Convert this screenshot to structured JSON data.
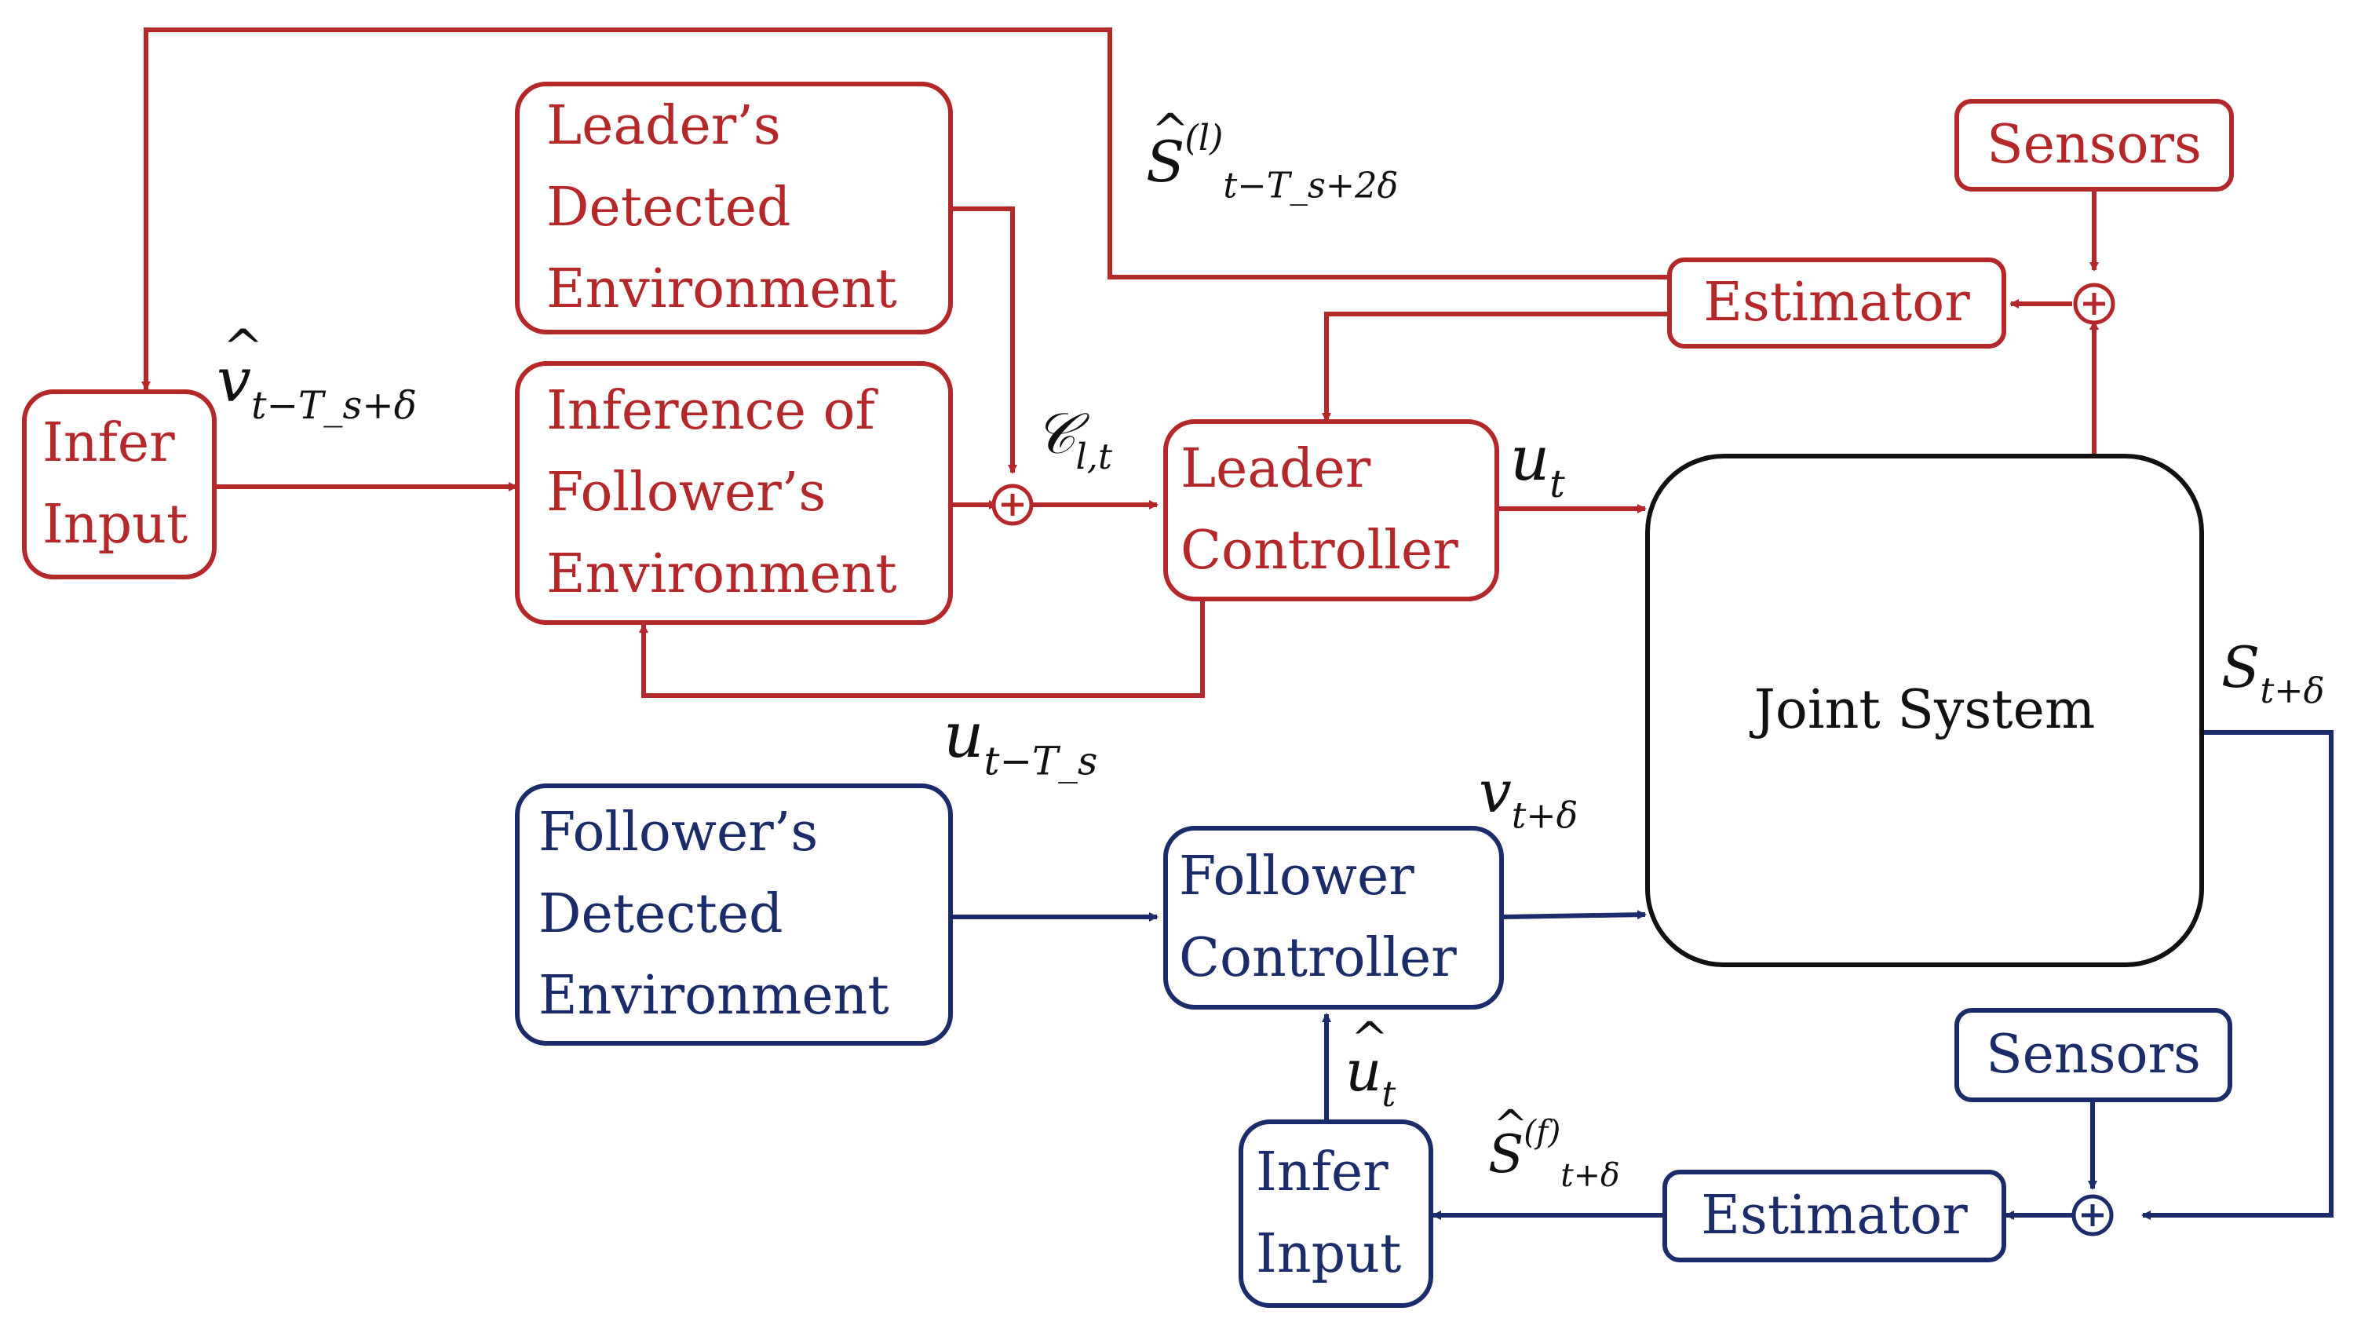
{
  "colors": {
    "red": "#B5282A",
    "blue": "#1B2C6B",
    "black": "#111111"
  },
  "nodes": {
    "infer_input_top": {
      "lines": [
        "Infer",
        "Input"
      ]
    },
    "leader_detected_env": {
      "lines": [
        "Leader’s",
        "Detected",
        "Environment"
      ]
    },
    "inference_follower_env": {
      "lines": [
        "Inference of",
        "Follower’s",
        "Environment"
      ]
    },
    "leader_controller": {
      "lines": [
        "Leader",
        "Controller"
      ]
    },
    "sensors_top": {
      "lines": [
        "Sensors"
      ]
    },
    "estimator_top": {
      "lines": [
        "Estimator"
      ]
    },
    "joint_system": {
      "lines": [
        "Joint System"
      ]
    },
    "follower_detected_env": {
      "lines": [
        "Follower’s",
        "Detected",
        "Environment"
      ]
    },
    "follower_controller": {
      "lines": [
        "Follower",
        "Controller"
      ]
    },
    "sensors_bottom": {
      "lines": [
        "Sensors"
      ]
    },
    "estimator_bottom": {
      "lines": [
        "Estimator"
      ]
    },
    "infer_input_bottom": {
      "lines": [
        "Infer",
        "Input"
      ]
    }
  },
  "math_labels": {
    "s_hat_l": {
      "base": "S",
      "hat": true,
      "sup": "(l)",
      "sub": "t−T_s+2δ"
    },
    "v_hat": {
      "base": "v",
      "hat": true,
      "sub": "t−T_s+δ"
    },
    "c_lt": {
      "base": "𝒞",
      "sub": "l,t"
    },
    "u_t": {
      "base": "u",
      "sub": "t"
    },
    "u_t_minus_ts": {
      "base": "u",
      "sub": "t−T_s"
    },
    "s_t_delta": {
      "base": "S",
      "sub": "t+δ"
    },
    "v_t_delta": {
      "base": "v",
      "sub": "t+δ"
    },
    "u_hat_t": {
      "base": "u",
      "hat": true,
      "sub": "t"
    },
    "s_hat_f": {
      "base": "S",
      "hat": true,
      "sup": "(f)",
      "sub": "t+δ"
    }
  }
}
